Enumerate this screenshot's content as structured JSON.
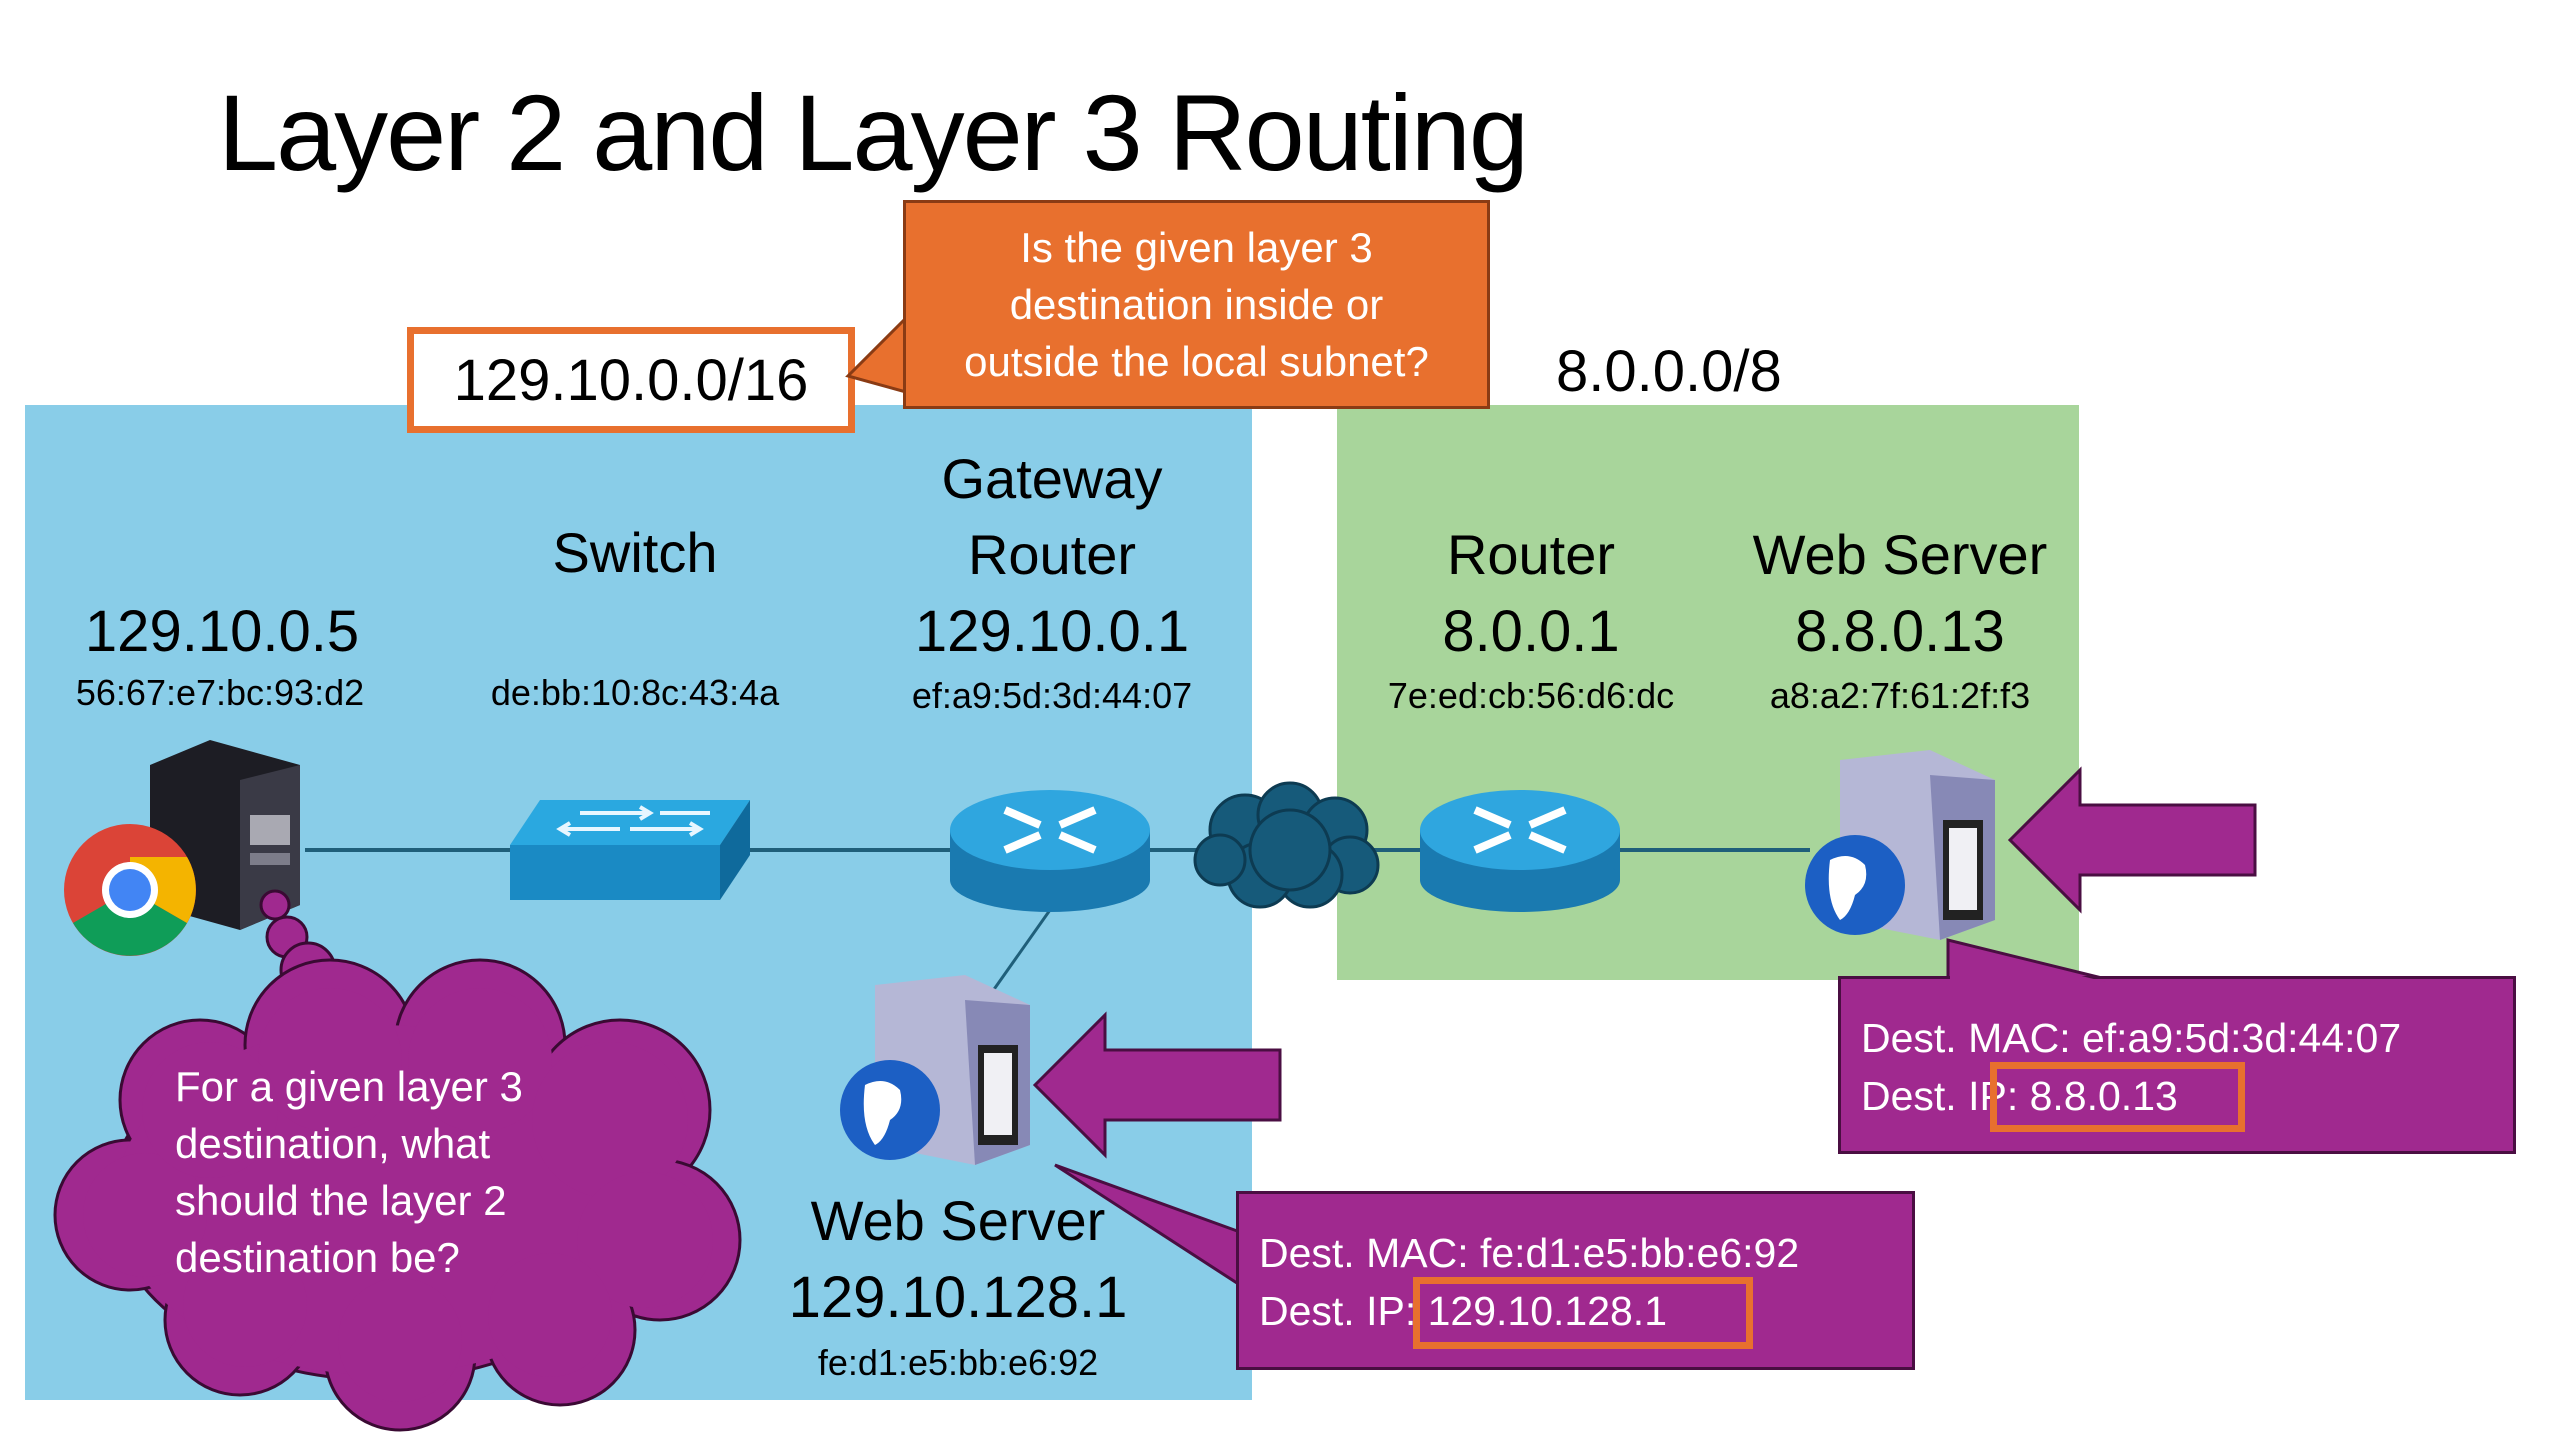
{
  "slide": {
    "title": "Layer 2 and Layer 3 Routing"
  },
  "subnets": {
    "local": "129.10.0.0/16",
    "remote": "8.0.0.0/8"
  },
  "callouts": {
    "subnet_question": "Is the given layer 3 destination inside or outside the local subnet?",
    "subnet_question_lines": [
      "Is the given layer 3",
      "destination inside or",
      "outside the local subnet?"
    ],
    "thought_cloud_lines": [
      "For a given layer 3",
      "destination, what",
      "should the layer 2",
      "destination be?"
    ]
  },
  "devices": {
    "client": {
      "ip": "129.10.0.5",
      "mac": "56:67:e7:bc:93:d2",
      "icon": "desktop-with-chrome-icon"
    },
    "switch": {
      "name": "Switch",
      "mac": "de:bb:10:8c:43:4a",
      "icon": "switch-icon"
    },
    "gateway_router": {
      "name_line1": "Gateway",
      "name_line2": "Router",
      "ip": "129.10.0.1",
      "mac": "ef:a9:5d:3d:44:07",
      "icon": "router-icon"
    },
    "internet": {
      "icon": "cloud-icon"
    },
    "remote_router": {
      "name": "Router",
      "ip": "8.0.0.1",
      "mac": "7e:ed:cb:56:d6:dc",
      "icon": "router-icon"
    },
    "remote_web_server": {
      "name": "Web Server",
      "ip": "8.8.0.13",
      "mac": "a8:a2:7f:61:2f:f3",
      "icon": "web-server-icon"
    },
    "local_web_server": {
      "name": "Web Server",
      "ip": "129.10.128.1",
      "mac": "fe:d1:e5:bb:e6:92",
      "icon": "web-server-icon"
    }
  },
  "frames": {
    "remote": {
      "mac_label": "Dest. MAC: ef:a9:5d:3d:44:07",
      "ip_prefix": "Dest. I",
      "ip_label": "P: 8.8.0.13"
    },
    "local": {
      "mac_label": "Dest. MAC: fe:d1:e5:bb:e6:92",
      "ip_prefix": "Dest. IP",
      "ip_label": ": 129.10.128.1"
    }
  },
  "colors": {
    "local_subnet": "#89cde8",
    "remote_subnet": "#a8d59b",
    "highlight_orange": "#e8702e",
    "frame_purple": "#a0298f",
    "link_line": "#1f5f7a"
  }
}
